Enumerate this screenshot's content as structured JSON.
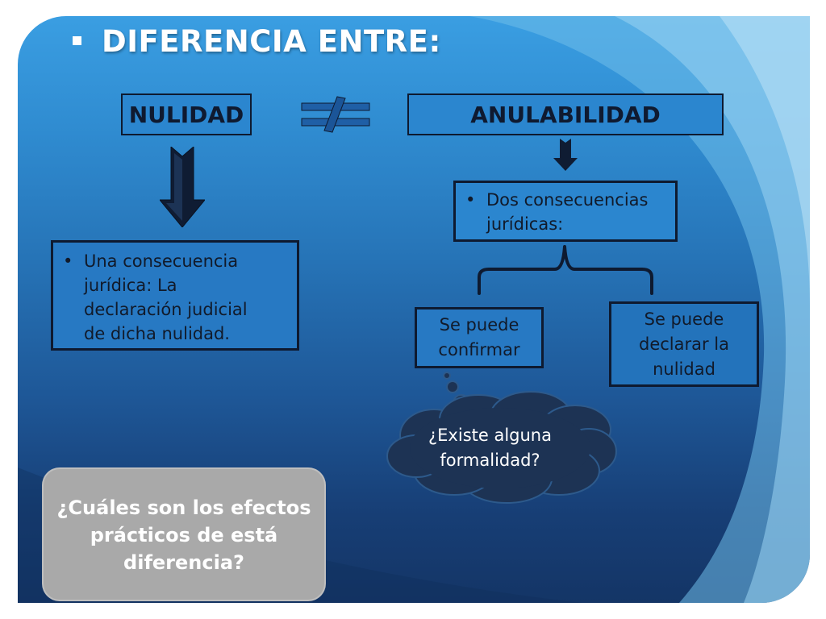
{
  "title": {
    "bullet": "▪",
    "text": "DIFERENCIA ENTRE:"
  },
  "left_concept": {
    "label": "NULIDAD",
    "bullet": "•",
    "lines": [
      "Una consecuencia",
      "jurídica: La",
      "declaración judicial",
      "de dicha nulidad."
    ]
  },
  "not_equal_symbol": "≠",
  "right_concept": {
    "label": "ANULABILIDAD",
    "bullet": "•",
    "lines": [
      "Dos consecuencias",
      "jurídicas:"
    ],
    "options": [
      {
        "lines": [
          "Se puede",
          "confirmar"
        ]
      },
      {
        "lines": [
          "Se puede",
          "declarar la",
          "nulidad"
        ]
      }
    ]
  },
  "thought_cloud": {
    "lines": [
      "¿Existe alguna",
      "formalidad?"
    ]
  },
  "question": {
    "lines": [
      "¿Cuáles son los efectos",
      "prácticos de está",
      "diferencia?"
    ]
  },
  "colors": {
    "background_top": "#3a9ee2",
    "background_bottom": "#143566",
    "box_fill": "#2b86cf",
    "box_border": "#0e1a30",
    "arrow_dark": "#0f1c33",
    "cloud_fill": "#1d3354",
    "question_box": "#a9a9a9",
    "text_light": "#ffffff",
    "text_dark": "#111a2a"
  }
}
